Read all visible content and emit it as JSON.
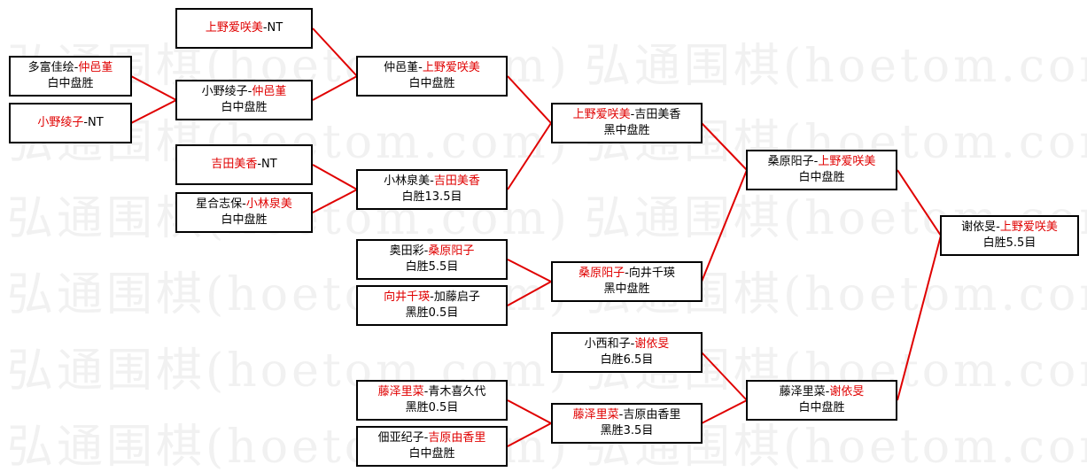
{
  "watermark": "弘通围棋(hoetom.com)",
  "colors": {
    "winner": "#e00000",
    "line": "#e00000",
    "border": "#000000",
    "text": "#000000"
  },
  "round1": {
    "m1": {
      "a": "多富佳绘",
      "sep": "-",
      "b": "仲邑堇",
      "result": "白中盘胜"
    },
    "m2": {
      "a": "小野绫子",
      "sep": "-NT"
    },
    "m3": {
      "a": "上野爱咲美",
      "sep": "-NT"
    },
    "m4": {
      "a": "小野绫子",
      "sep": "-",
      "b": "仲邑堇",
      "result": "白中盘胜"
    },
    "m5": {
      "a": "吉田美香",
      "sep": "-NT"
    },
    "m6": {
      "a": "星合志保",
      "sep": "-",
      "b": "小林泉美",
      "result": "白中盘胜"
    }
  },
  "round2": {
    "m1": {
      "a": "仲邑堇",
      "sep": "-",
      "b": "上野爱咲美",
      "result": "白中盘胜"
    },
    "m2": {
      "a": "小林泉美",
      "sep": "-",
      "b": "吉田美香",
      "result": "白胜13.5目"
    },
    "m3": {
      "a": "奥田彩",
      "sep": "-",
      "b": "桑原阳子",
      "result": "白胜5.5目"
    },
    "m4": {
      "a": "向井千瑛",
      "sep": "-",
      "b": "加藤启子",
      "result": "黑胜0.5目"
    },
    "m5": {
      "a": "藤泽里菜",
      "sep": "-",
      "b": "青木喜久代",
      "result": "黑胜0.5目"
    },
    "m6": {
      "a": "佃亚纪子",
      "sep": "-",
      "b": "吉原由香里",
      "result": "白中盘胜"
    }
  },
  "round3": {
    "m1": {
      "a": "上野爱咲美",
      "sep": "-",
      "b": "吉田美香",
      "result": "黑中盘胜"
    },
    "m2": {
      "a": "桑原阳子",
      "sep": "-",
      "b": "向井千瑛",
      "result": "黑中盘胜"
    },
    "m3": {
      "a": "小西和子",
      "sep": "-",
      "b": "谢依旻",
      "result": "白胜6.5目"
    },
    "m4": {
      "a": "藤泽里菜",
      "sep": "-",
      "b": "吉原由香里",
      "result": "黑胜3.5目"
    }
  },
  "round4": {
    "m1": {
      "a": "桑原阳子",
      "sep": "-",
      "b": "上野爱咲美",
      "result": "白中盘胜"
    },
    "m2": {
      "a": "藤泽里菜",
      "sep": "-",
      "b": "谢依旻",
      "result": "白中盘胜"
    }
  },
  "final": {
    "a": "谢依旻",
    "sep": "-",
    "b": "上野爱咲美",
    "result": "白胜5.5目"
  }
}
